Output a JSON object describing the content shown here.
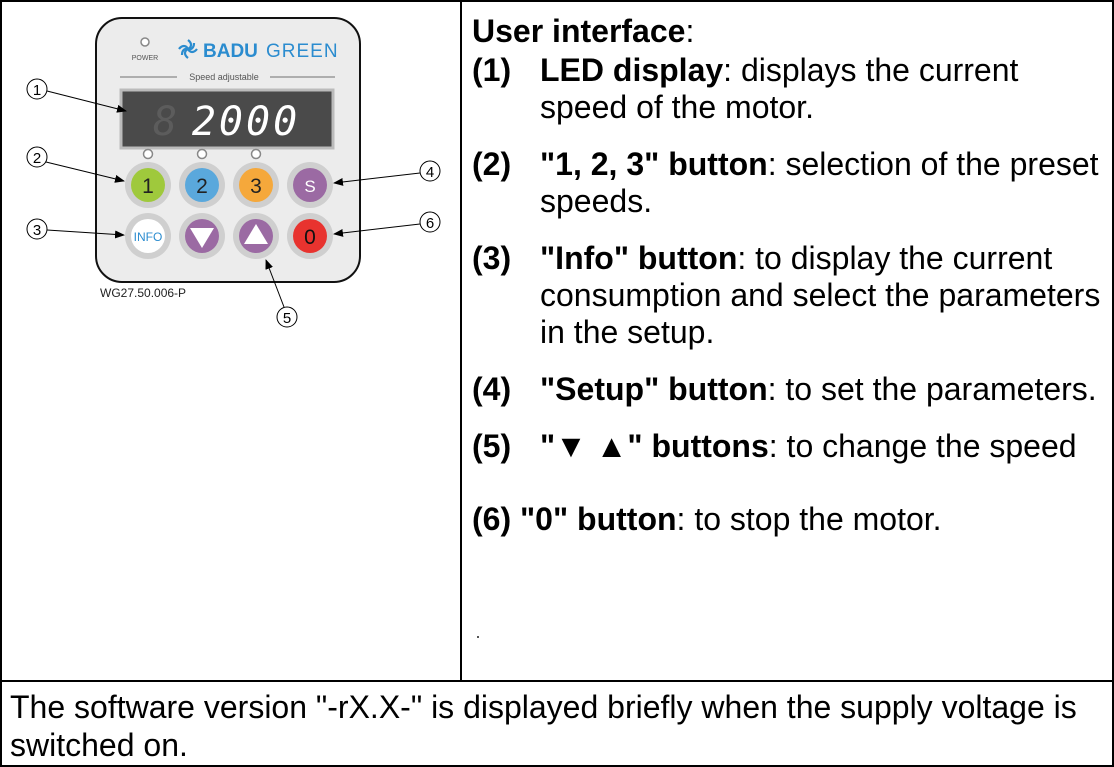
{
  "device": {
    "power_label": "POWER",
    "brand_bold": "BADU",
    "brand_light": "GREEN",
    "subtitle": "Speed adjustable",
    "display_value": "2000",
    "buttons": {
      "b1": "1",
      "b2": "2",
      "b3": "3",
      "setup": "S",
      "info": "INFO",
      "zero": "0"
    },
    "part_number": "WG27.50.006-P",
    "callouts": [
      "1",
      "2",
      "3",
      "4",
      "5",
      "6"
    ],
    "colors": {
      "green": "#9fc93c",
      "blue": "#5aa8dc",
      "orange": "#f5a83b",
      "purple": "#9b6aa3",
      "red": "#e8332f",
      "info_text": "#2b8ccf"
    }
  },
  "ui": {
    "title_bold": "User interface",
    "title_rest": ":",
    "items": [
      {
        "num": "(1)",
        "bold": "LED display",
        "rest": ": displays the current speed of the motor."
      },
      {
        "num": "(2)",
        "bold": "\"1, 2, 3\" button",
        "rest": ": selection of the preset speeds."
      },
      {
        "num": "(3)",
        "bold": "\"Info\" button",
        "rest": ": to display the current consumption and select the parameters in the setup."
      },
      {
        "num": "(4)",
        "bold": "\"Setup\" button",
        "rest": ": to set the parameters."
      },
      {
        "num": "(5)",
        "bold": "\"▼ ▲\" buttons",
        "rest": ": to change the speed"
      },
      {
        "num": "(6)",
        "bold": "\"0\" button",
        "rest": ": to stop the motor."
      }
    ]
  },
  "note": "The software version \"-rX.X-\" is displayed briefly when the supply voltage is switched on."
}
